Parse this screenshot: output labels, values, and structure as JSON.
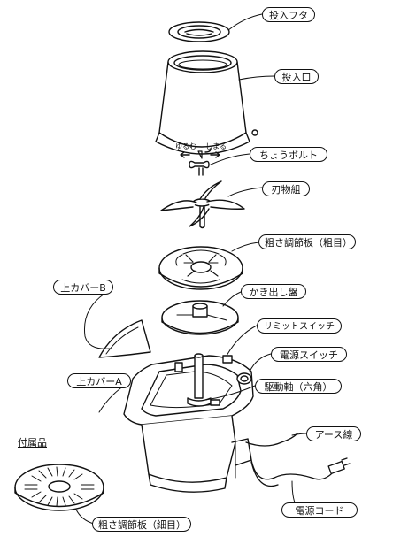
{
  "labels": {
    "input_lid": "投入フタ",
    "input_port": "投入口",
    "loosen": "ゆるむ",
    "tighten": "しまる",
    "butterfly_bolt": "ちょうボルト",
    "blade_set": "刃物組",
    "coarse_plate_coarse": "粗さ調節板（粗目）",
    "upper_cover_b": "上カバーB",
    "scraper_disc": "かき出し盤",
    "limit_switch": "リミットスイッチ",
    "power_switch": "電源スイッチ",
    "upper_cover_a": "上カバーA",
    "drive_shaft": "駆動軸（六角）",
    "ground_wire": "アース線",
    "power_cord": "電源コード",
    "accessories": "付属品",
    "coarse_plate_fine": "粗さ調節板（細目）"
  }
}
